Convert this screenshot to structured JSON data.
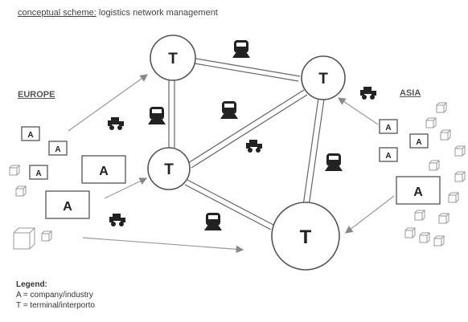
{
  "title": {
    "prefix": "conceptual scheme:",
    "text": "logistics network management"
  },
  "regions": {
    "left": "EUROPE",
    "right": "ASIA"
  },
  "node_labels": {
    "terminal": "T",
    "company": "A"
  },
  "legend": {
    "heading": "Legend:",
    "items": [
      "A = company/industry",
      "T = terminal/interporto"
    ]
  },
  "colors": {
    "stroke": "#555555",
    "arrow": "#888888",
    "icon": "#222222"
  },
  "icons": [
    "train-icon",
    "truck-icon",
    "package-box-icon"
  ]
}
